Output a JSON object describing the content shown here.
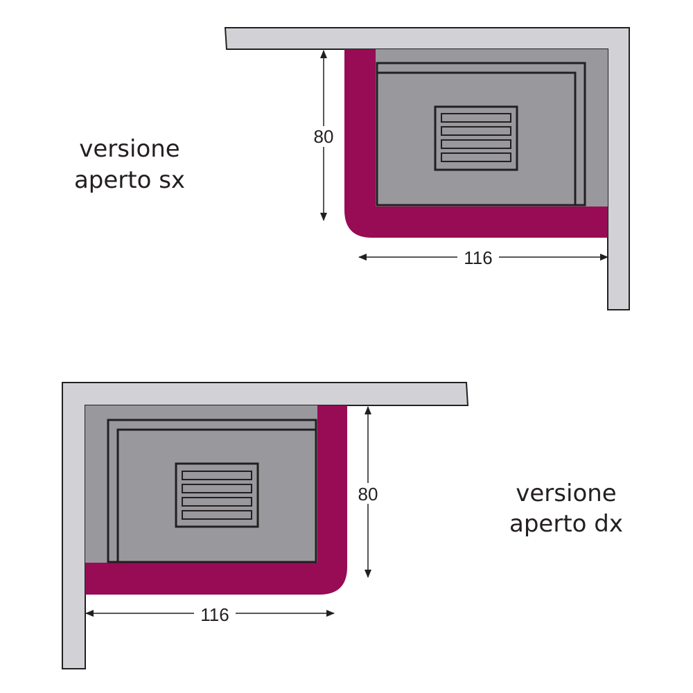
{
  "colors": {
    "wall_fill": "#d2d2d6",
    "wall_stroke": "#231f20",
    "bench": "#970c54",
    "floor": "#98989d",
    "frame": "#231f20"
  },
  "top": {
    "caption_line1": "versione",
    "caption_line2": "aperto sx",
    "height_label": "80",
    "width_label": "116"
  },
  "bottom": {
    "caption_line1": "versione",
    "caption_line2": "aperto dx",
    "height_label": "80",
    "width_label": "116"
  }
}
